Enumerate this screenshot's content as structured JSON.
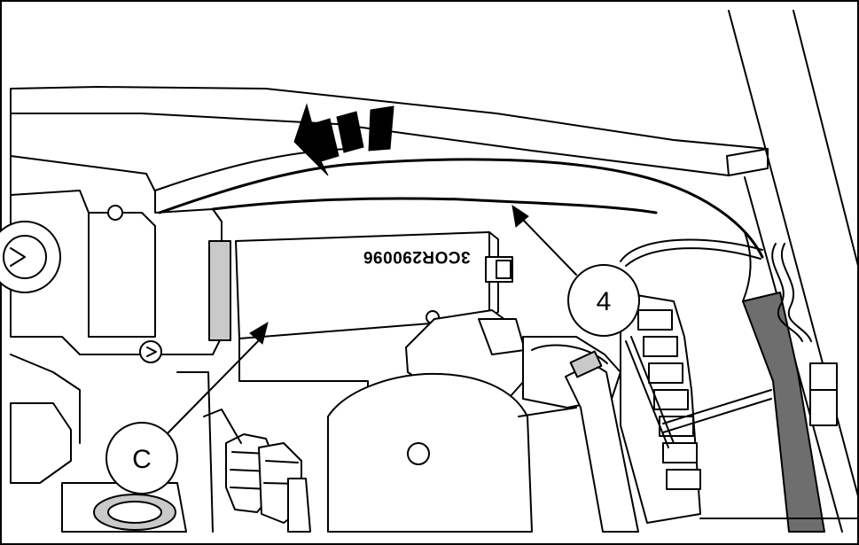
{
  "figure": {
    "part_label": "3COR290096",
    "callouts": [
      {
        "id": "c",
        "text": "C"
      },
      {
        "id": "4",
        "text": "4"
      }
    ]
  }
}
